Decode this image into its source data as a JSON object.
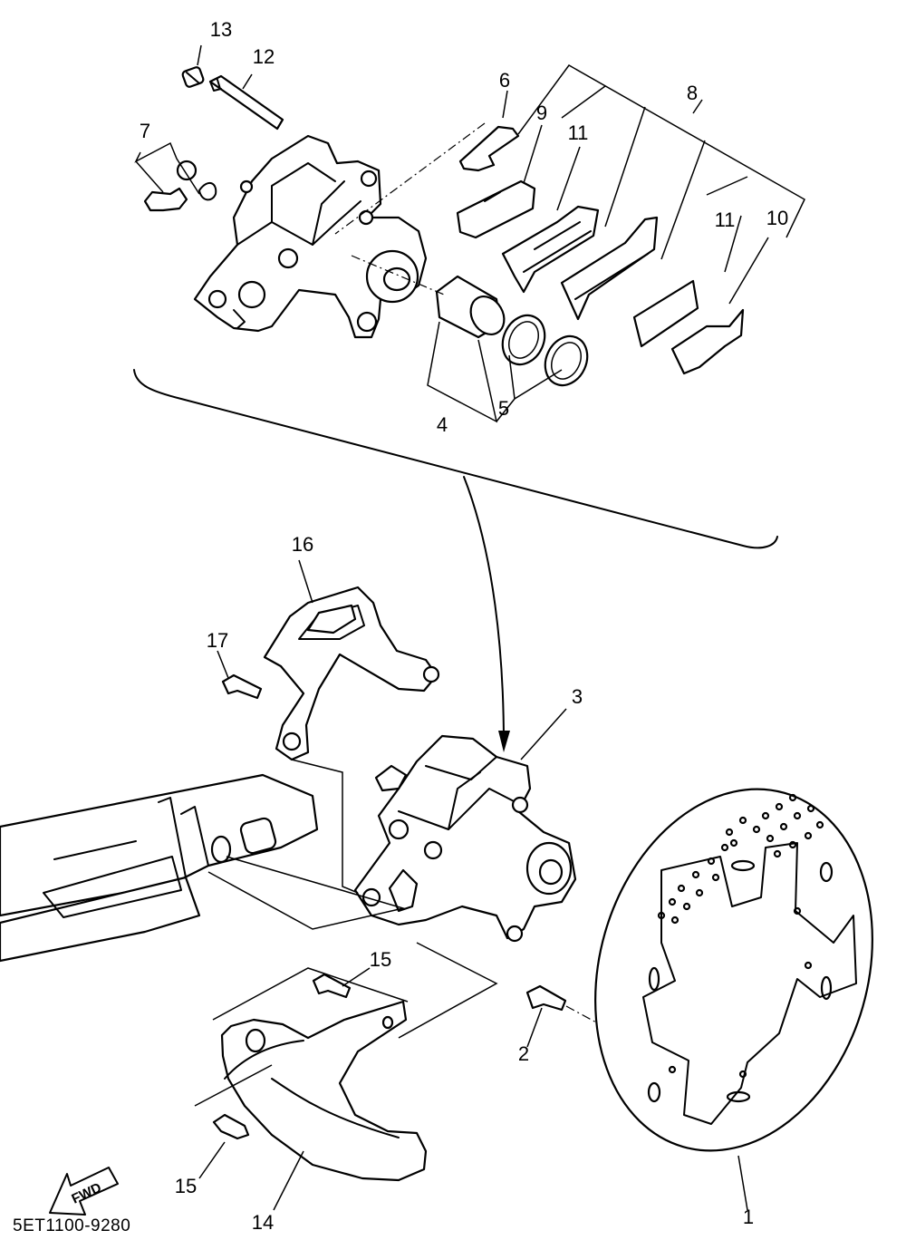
{
  "diagram": {
    "callouts": [
      {
        "id": "13",
        "label": "13"
      },
      {
        "id": "12",
        "label": "12"
      },
      {
        "id": "7",
        "label": "7"
      },
      {
        "id": "6",
        "label": "6"
      },
      {
        "id": "9",
        "label": "9"
      },
      {
        "id": "11a",
        "label": "11"
      },
      {
        "id": "8",
        "label": "8"
      },
      {
        "id": "11b",
        "label": "11"
      },
      {
        "id": "10",
        "label": "10"
      },
      {
        "id": "4",
        "label": "4"
      },
      {
        "id": "5",
        "label": "5"
      },
      {
        "id": "16",
        "label": "16"
      },
      {
        "id": "17",
        "label": "17"
      },
      {
        "id": "3",
        "label": "3"
      },
      {
        "id": "15a",
        "label": "15"
      },
      {
        "id": "2",
        "label": "2"
      },
      {
        "id": "15b",
        "label": "15"
      },
      {
        "id": "14",
        "label": "14"
      },
      {
        "id": "1",
        "label": "1"
      }
    ],
    "fwd_label": "FWD",
    "drawing_code": "5ET1100-9280"
  }
}
